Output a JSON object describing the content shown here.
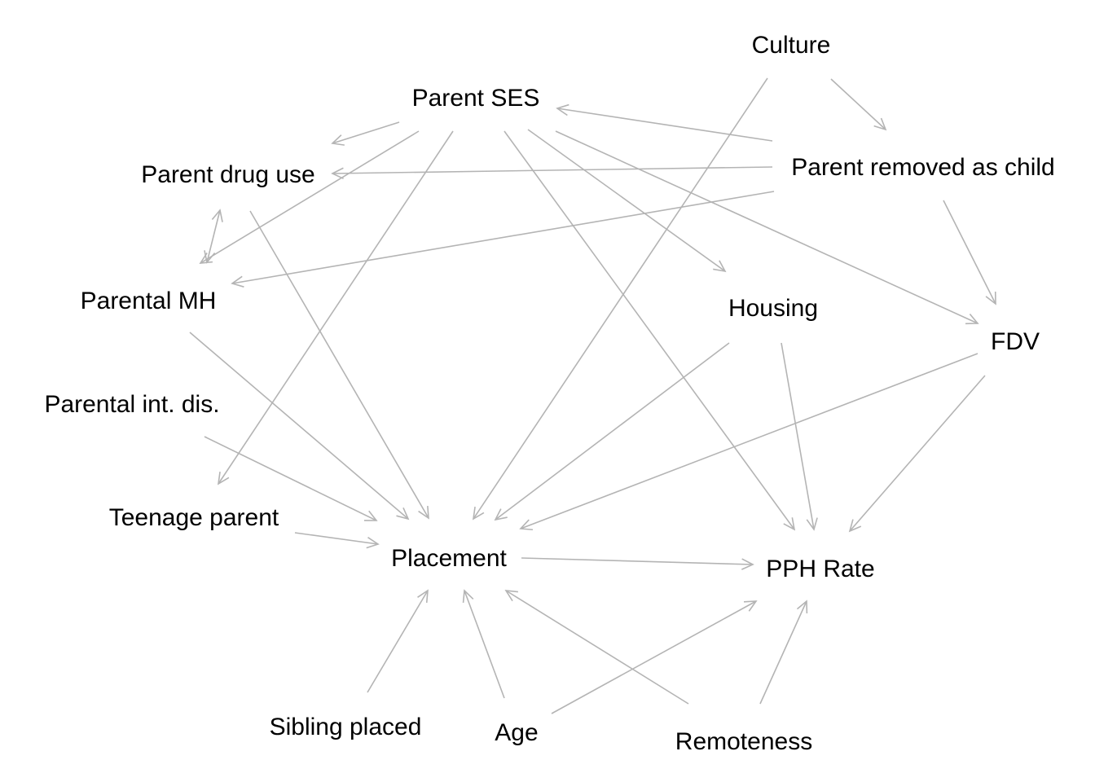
{
  "diagram": {
    "edge_color": "#b4b4b4",
    "text_color": "#000000",
    "nodes": [
      {
        "id": "culture",
        "label": "Culture"
      },
      {
        "id": "parent_ses",
        "label": "Parent SES"
      },
      {
        "id": "parent_removed",
        "label": "Parent removed as child"
      },
      {
        "id": "parent_drug",
        "label": "Parent drug use"
      },
      {
        "id": "parental_mh",
        "label": "Parental MH"
      },
      {
        "id": "housing",
        "label": "Housing"
      },
      {
        "id": "fdv",
        "label": "FDV"
      },
      {
        "id": "parental_int_dis",
        "label": "Parental int. dis."
      },
      {
        "id": "teenage_parent",
        "label": "Teenage parent"
      },
      {
        "id": "placement",
        "label": "Placement"
      },
      {
        "id": "pph_rate",
        "label": "PPH Rate"
      },
      {
        "id": "sibling_placed",
        "label": "Sibling placed"
      },
      {
        "id": "age",
        "label": "Age"
      },
      {
        "id": "remoteness",
        "label": "Remoteness"
      }
    ],
    "edges": [
      {
        "from": "culture",
        "to": "parent_removed"
      },
      {
        "from": "culture",
        "to": "placement"
      },
      {
        "from": "parent_removed",
        "to": "parent_ses"
      },
      {
        "from": "parent_removed",
        "to": "parent_drug"
      },
      {
        "from": "parent_removed",
        "to": "parental_mh"
      },
      {
        "from": "parent_removed",
        "to": "fdv"
      },
      {
        "from": "parent_ses",
        "to": "parent_drug"
      },
      {
        "from": "parent_ses",
        "to": "parental_mh"
      },
      {
        "from": "parent_ses",
        "to": "teenage_parent"
      },
      {
        "from": "parent_ses",
        "to": "pph_rate"
      },
      {
        "from": "parent_ses",
        "to": "housing"
      },
      {
        "from": "parent_ses",
        "to": "fdv"
      },
      {
        "from": "parent_drug",
        "to": "parental_mh",
        "bidirectional": true
      },
      {
        "from": "parent_drug",
        "to": "placement"
      },
      {
        "from": "parental_mh",
        "to": "placement"
      },
      {
        "from": "parental_int_dis",
        "to": "placement"
      },
      {
        "from": "teenage_parent",
        "to": "placement"
      },
      {
        "from": "housing",
        "to": "placement"
      },
      {
        "from": "housing",
        "to": "pph_rate"
      },
      {
        "from": "fdv",
        "to": "placement"
      },
      {
        "from": "fdv",
        "to": "pph_rate"
      },
      {
        "from": "placement",
        "to": "pph_rate"
      },
      {
        "from": "sibling_placed",
        "to": "placement"
      },
      {
        "from": "age",
        "to": "placement"
      },
      {
        "from": "age",
        "to": "pph_rate"
      },
      {
        "from": "remoteness",
        "to": "placement"
      },
      {
        "from": "remoteness",
        "to": "pph_rate"
      }
    ]
  }
}
